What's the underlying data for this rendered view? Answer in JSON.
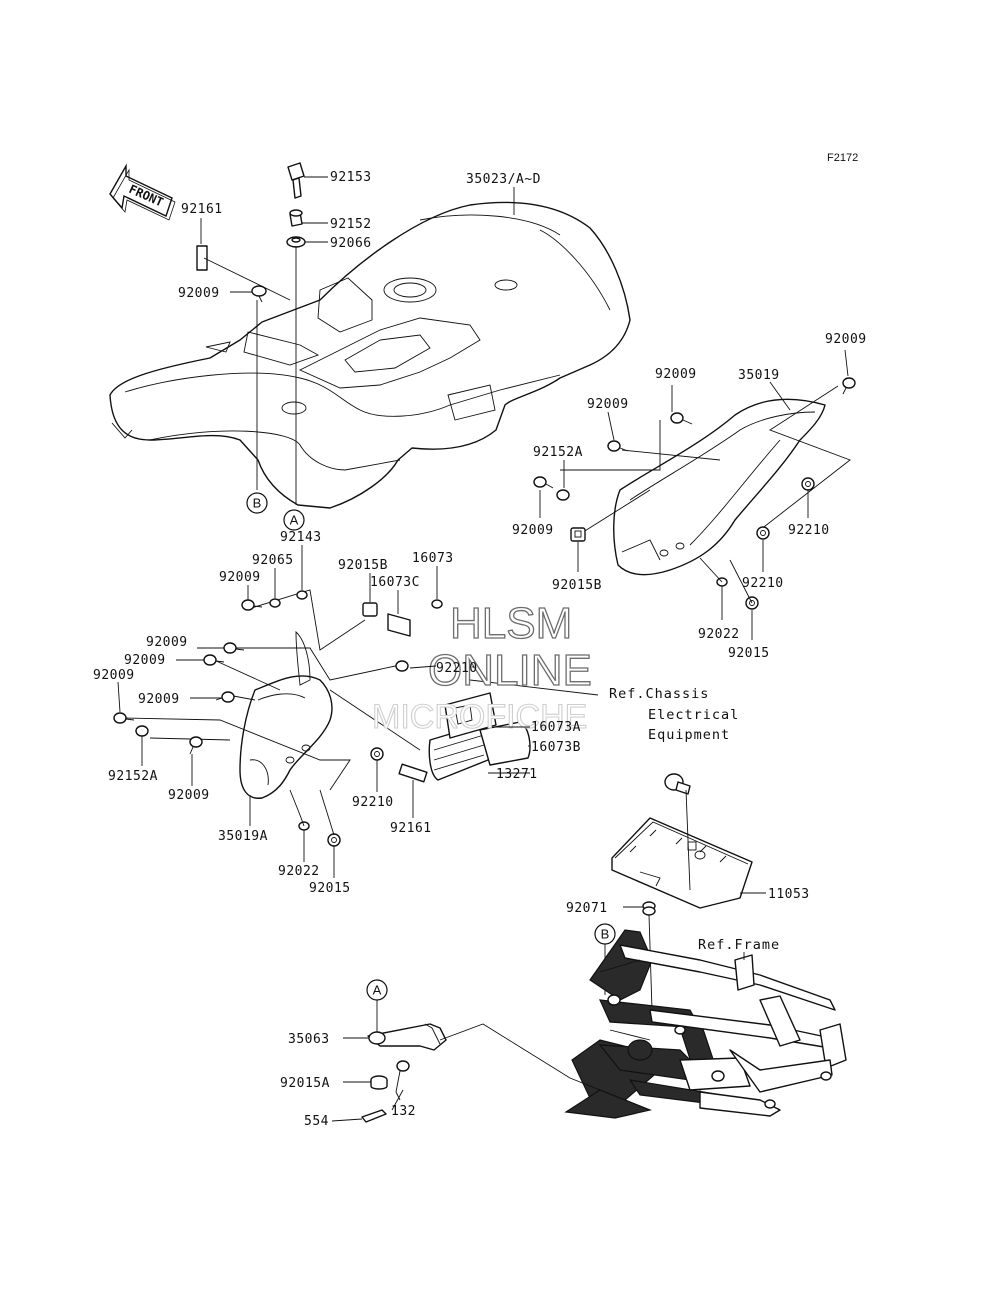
{
  "figure_code": "F2172",
  "front_label": "FRONT",
  "watermark": {
    "line1": "HLSM",
    "line2": "ONLINE",
    "line3": "MICROFICHE"
  },
  "reference_markers": {
    "A": "A",
    "B": "B"
  },
  "ref_labels": {
    "chassis_line1": "Ref.Chassis",
    "chassis_line2": "Electrical",
    "chassis_line3": "Equipment",
    "frame": "Ref.Frame"
  },
  "part_labels": {
    "p92153": "92153",
    "p35023": "35023/A~D",
    "p92161_top": "92161",
    "p92152": "92152",
    "p92066": "92066",
    "p92009_top": "92009",
    "p92009_r1": "92009",
    "p35019": "35019",
    "p92009_r2": "92009",
    "p92009_r3": "92009",
    "p92152A_r": "92152A",
    "p92009_r4": "92009",
    "p92015B_r": "92015B",
    "p92210_r1": "92210",
    "p92210_r2": "92210",
    "p92022_r": "92022",
    "p92015_r": "92015",
    "p92143": "92143",
    "p92065": "92065",
    "p92015B_l": "92015B",
    "p16073": "16073",
    "p16073C": "16073C",
    "p92009_l1": "92009",
    "p92009_l2": "92009",
    "p92009_l3": "92009",
    "p92009_l4": "92009",
    "p92009_l5": "92009",
    "p92152A_l": "92152A",
    "p92009_l6": "92009",
    "p92210_c": "92210",
    "p16073A": "16073A",
    "p16073B": "16073B",
    "p13271": "13271",
    "p92210_l": "92210",
    "p92161_c": "92161",
    "p35019A": "35019A",
    "p92022_l": "92022",
    "p92015_l": "92015",
    "p11053": "11053",
    "p92071": "92071",
    "p35063": "35063",
    "p92015A": "92015A",
    "p132": "132",
    "p554": "554"
  }
}
